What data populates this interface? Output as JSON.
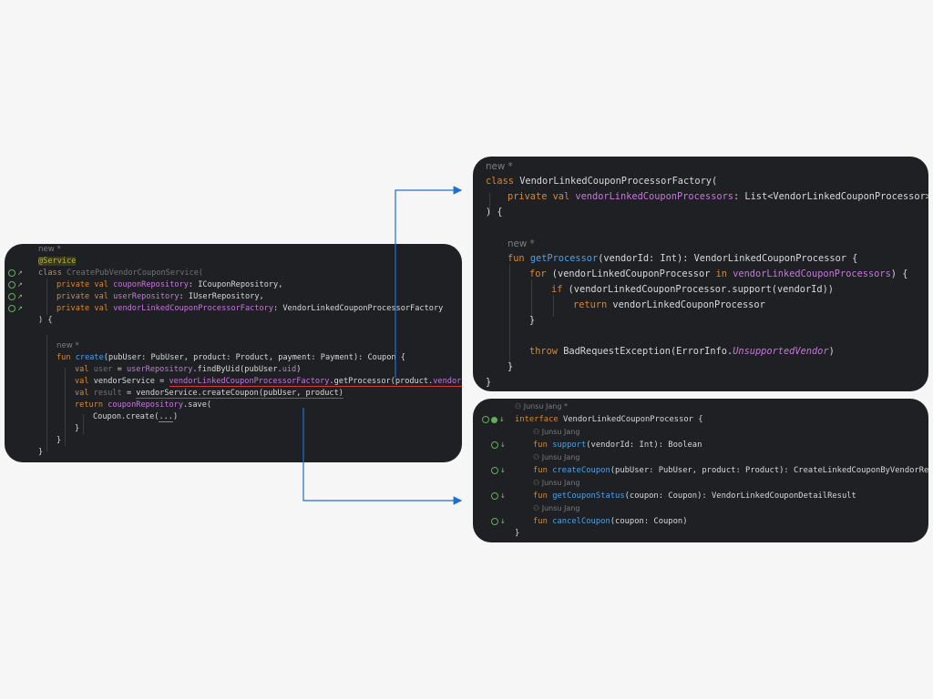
{
  "panel_left": {
    "hint_new_1": "new *",
    "annotation": "@Service",
    "class_kw": "class",
    "class_name": "CreatePubVendorCouponService(",
    "p1_kw": "private val",
    "p1_name": "couponRepository",
    "p1_type": ": ICouponRepository,",
    "p2_kw": "private val",
    "p2_name": "userRepository",
    "p2_type": ": IUserRepository,",
    "p3_kw": "private val",
    "p3_name": "vendorLinkedCouponProcessorFactory",
    "p3_type": ": VendorLinkedCouponProcessorFactory",
    "close_ctor": ") {",
    "hint_new_2": "new *",
    "fun_kw": "fun",
    "fun_name": "create",
    "fun_sig": "(pubUser: PubUser, product: Product, payment: Payment): Coupon {",
    "l_user_kw": "val",
    "l_user_name": "user",
    "l_user_eq": " = ",
    "l_user_repo": "userRepository",
    "l_user_call": ".findByUid(pubUser.",
    "l_user_uid": "uid",
    "l_user_end": ")",
    "l_vs_kw": "val",
    "l_vs_name": " vendorService = ",
    "l_vs_factory": "vendorLinkedCouponProcessorFactory",
    "l_vs_call": ".getProcessor(product.",
    "l_vs_vendor": "vendorId",
    "l_vs_end": ")",
    "l_res_kw": "val",
    "l_res_name": "result",
    "l_res_eq": " = ",
    "l_res_call": "vendorService.createCoupon(pubUser, product)",
    "l_ret_kw": "return",
    "l_ret_repo": "couponRepository",
    "l_ret_call": ".save(",
    "l_coupon": "Coupon.create(",
    "l_coupon_dots": "...",
    "l_coupon_end": ")",
    "close1": "}",
    "close2": "}",
    "close3": "}"
  },
  "panel_factory": {
    "hint_new_1": "new *",
    "class_kw": "class",
    "class_name": "VendorLinkedCouponProcessorFactory(",
    "p_kw": "private val",
    "p_name": "vendorLinkedCouponProcessors",
    "p_type": ": List<VendorLinkedCouponProcessor>",
    "close_ctor": ") {",
    "hint_new_2": "new *",
    "fun_kw": "fun",
    "fun_name": "getProcessor",
    "fun_sig": "(vendorId: Int): VendorLinkedCouponProcessor {",
    "for_kw": "for",
    "for_a": " (vendorLinkedCouponProcessor ",
    "for_in": "in",
    "for_b": " ",
    "for_prop": "vendorLinkedCouponProcessors",
    "for_end": ") {",
    "if_kw": "if",
    "if_body": " (vendorLinkedCouponProcessor.support(vendorId))",
    "ret_kw": "return",
    "ret_body": " vendorLinkedCouponProcessor",
    "close_for": "}",
    "throw_kw": "throw",
    "throw_body": " BadRequestException(ErrorInfo.",
    "throw_err": "UnsupportedVendor",
    "throw_end": ")",
    "close_fun": "}",
    "close_class": "}"
  },
  "panel_interface": {
    "author_top": "Junsu Jang *",
    "iface_kw": "interface",
    "iface_name": " VendorLinkedCouponProcessor {",
    "author_1": "Junsu Jang",
    "m1_kw": "fun",
    "m1_name": "support",
    "m1_sig": "(vendorId: Int): Boolean",
    "author_2": "Junsu Jang",
    "m2_kw": "fun",
    "m2_name": "createCoupon",
    "m2_sig": "(pubUser: PubUser, product: Product): CreateLinkedCouponByVendorResult",
    "author_3": "Junsu Jang",
    "m3_kw": "fun",
    "m3_name": "getCouponStatus",
    "m3_sig": "(coupon: Coupon): VendorLinkedCouponDetailResult",
    "author_4": "Junsu Jang",
    "m4_kw": "fun",
    "m4_name": "cancelCoupon",
    "m4_sig": "(coupon: Coupon)",
    "close": "}"
  },
  "colors": {
    "arrow": "#1f6fd1",
    "panel_bg": "#1f2023",
    "keyword": "#d0893f",
    "function": "#4ea0e8",
    "property": "#c677dd",
    "error_underline": "#d23a3a",
    "gutter_icon": "#5fae5b"
  },
  "icons": {
    "gutter": "implemented-bean-icon",
    "author": "user-icon"
  }
}
